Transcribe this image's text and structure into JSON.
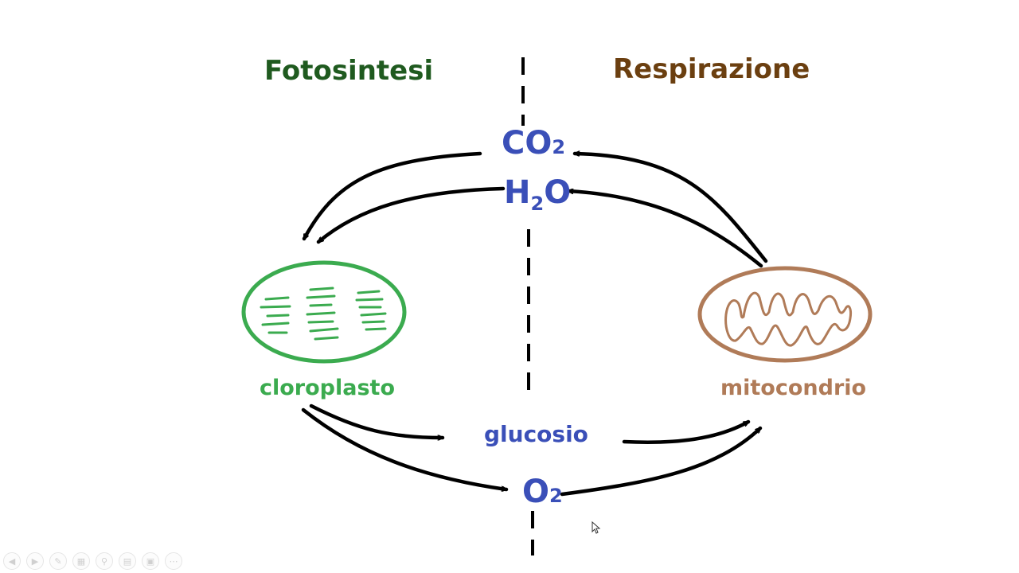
{
  "titles": {
    "left": "Fotosintesi",
    "right": "Respirazione"
  },
  "molecules": {
    "co2": {
      "base": "CO",
      "sub": "2"
    },
    "h2o": {
      "pre": "H",
      "sub": "2",
      "post": "O"
    },
    "o2": {
      "base": "O",
      "sub": "2"
    },
    "glucosio": "glucosio"
  },
  "organelles": {
    "chloroplast": "cloroplasto",
    "mitochondrion": "mitocondrio"
  },
  "colors": {
    "left_title": "#1f5a1f",
    "right_title": "#6b3f10",
    "molecule": "#3a4fb8",
    "chloroplast": "#3bab4f",
    "mitochondrion": "#b07b58",
    "arrow": "#000000"
  },
  "toolbar": {
    "icons": [
      "arrow-left-icon",
      "arrow-right-icon",
      "pen-icon",
      "slides-icon",
      "zoom-icon",
      "subtitles-icon",
      "screen-icon",
      "more-icon"
    ]
  }
}
